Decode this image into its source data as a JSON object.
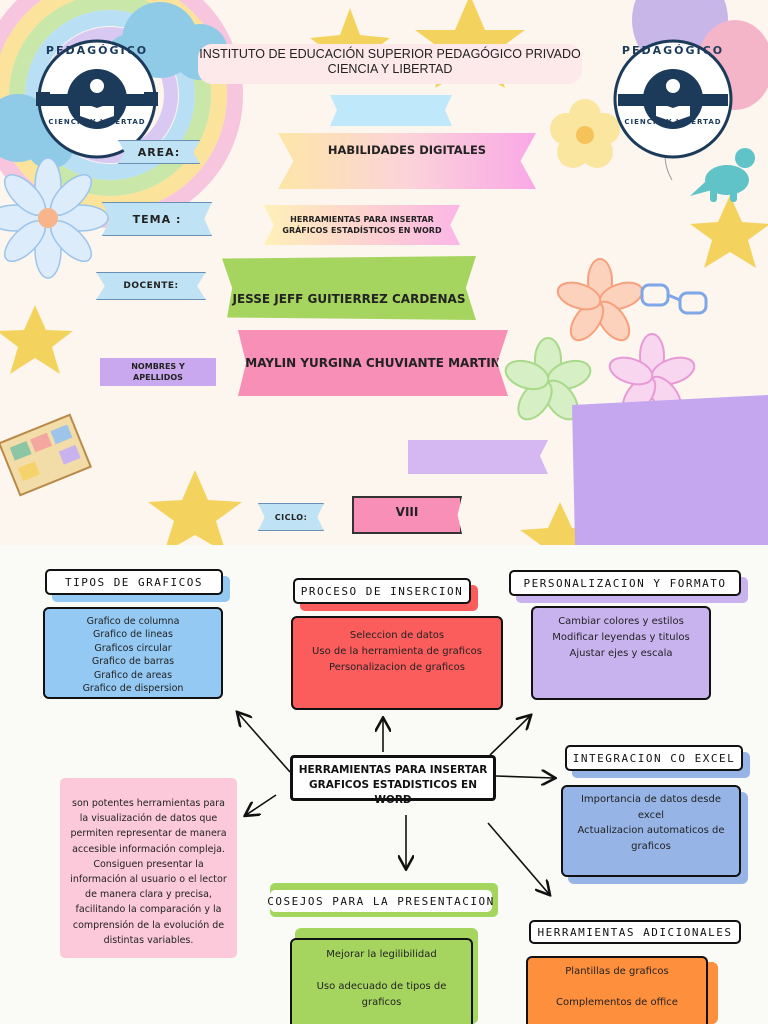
{
  "cover": {
    "institute_line1": "INSTITUTO DE EDUCACIÓN SUPERIOR PEDAGÓGICO PRIVADO",
    "institute_line2": "CIENCIA Y LIBERTAD",
    "logo_top_text": "PEDAGÓGICO",
    "logo_bottom_text": "CIENCIA Y LIBERTAD",
    "area_label": "AREA:",
    "area_value": "HABILIDADES DIGITALES",
    "tema_label": "TEMA :",
    "tema_value_line1": "HERRAMIENTAS PARA INSERTAR",
    "tema_value_line2": "GRÁFICOS ESTADÍSTICOS EN WORD",
    "docente_label": "DOCENTE:",
    "docente_value": "JESSE  JEFF GUITIERREZ CARDENAS",
    "nombres_label_line1": "NOMBRES Y",
    "nombres_label_line2": "APELLIDOS",
    "nombres_value": "MAYLIN YURGINA CHUVIANTE MARTIN",
    "ciclo_label": "CICLO:",
    "ciclo_value": "VIII"
  },
  "map": {
    "center_line1": "HERRAMIENTAS PARA INSERTAR",
    "center_line2": "GRAFICOS ESTADISTICOS EN WORD",
    "tipos": {
      "title": "TIPOS DE GRAFICOS",
      "items": [
        "Grafico de columna",
        "Grafico de lineas",
        "Graficos circular",
        "Grafico de barras",
        "Grafico de areas",
        "Grafico de dispersion"
      ]
    },
    "proceso": {
      "title": "PROCESO DE INSERCION",
      "items": [
        "Seleccion de datos",
        "Uso de la herramienta de graficos",
        "Personalizacion de graficos"
      ]
    },
    "personalizacion": {
      "title": "PERSONALIZACION Y FORMATO",
      "items": [
        "Cambiar colores y estilos",
        "Modificar leyendas y titulos",
        "Ajustar ejes y escala"
      ]
    },
    "integracion": {
      "title": "INTEGRACION CO EXCEL",
      "items": [
        "Importancia  de datos desde",
        "excel",
        "Actualizacion automaticos de",
        "graficos"
      ]
    },
    "consejos": {
      "title": "COSEJOS PARA LA PRESENTACION",
      "items": [
        "Mejorar la legilibilidad",
        "",
        "Uso adecuado de tipos de",
        "graficos"
      ]
    },
    "adicionales": {
      "title": "HERRAMIENTAS ADICIONALES",
      "items": [
        "Plantillas de graficos",
        "",
        "Complementos de office"
      ]
    },
    "description": [
      "son potentes herramientas para",
      "la visualización de datos que",
      "permiten representar de manera",
      "accesible información compleja.",
      "Consiguen presentar la",
      "información al usuario o el lector",
      "de manera clara y precisa,",
      "facilitando la comparación y la",
      "comprensión de la evolución de",
      "distintas variables."
    ]
  },
  "colors": {
    "tipos": "#93c9f2",
    "proceso": "#fb5c5c",
    "personalizacion": "#c9b3ee",
    "integracion": "#97b4e6",
    "consejos": "#a6d55f",
    "adicionales": "#fe8f3c",
    "description": "#fbc9d9"
  },
  "icons": [
    "rainbow-icon",
    "star-icon",
    "flower-icon",
    "dinosaur-icon",
    "glasses-icon",
    "board-game-icon",
    "reading-child-icon"
  ]
}
